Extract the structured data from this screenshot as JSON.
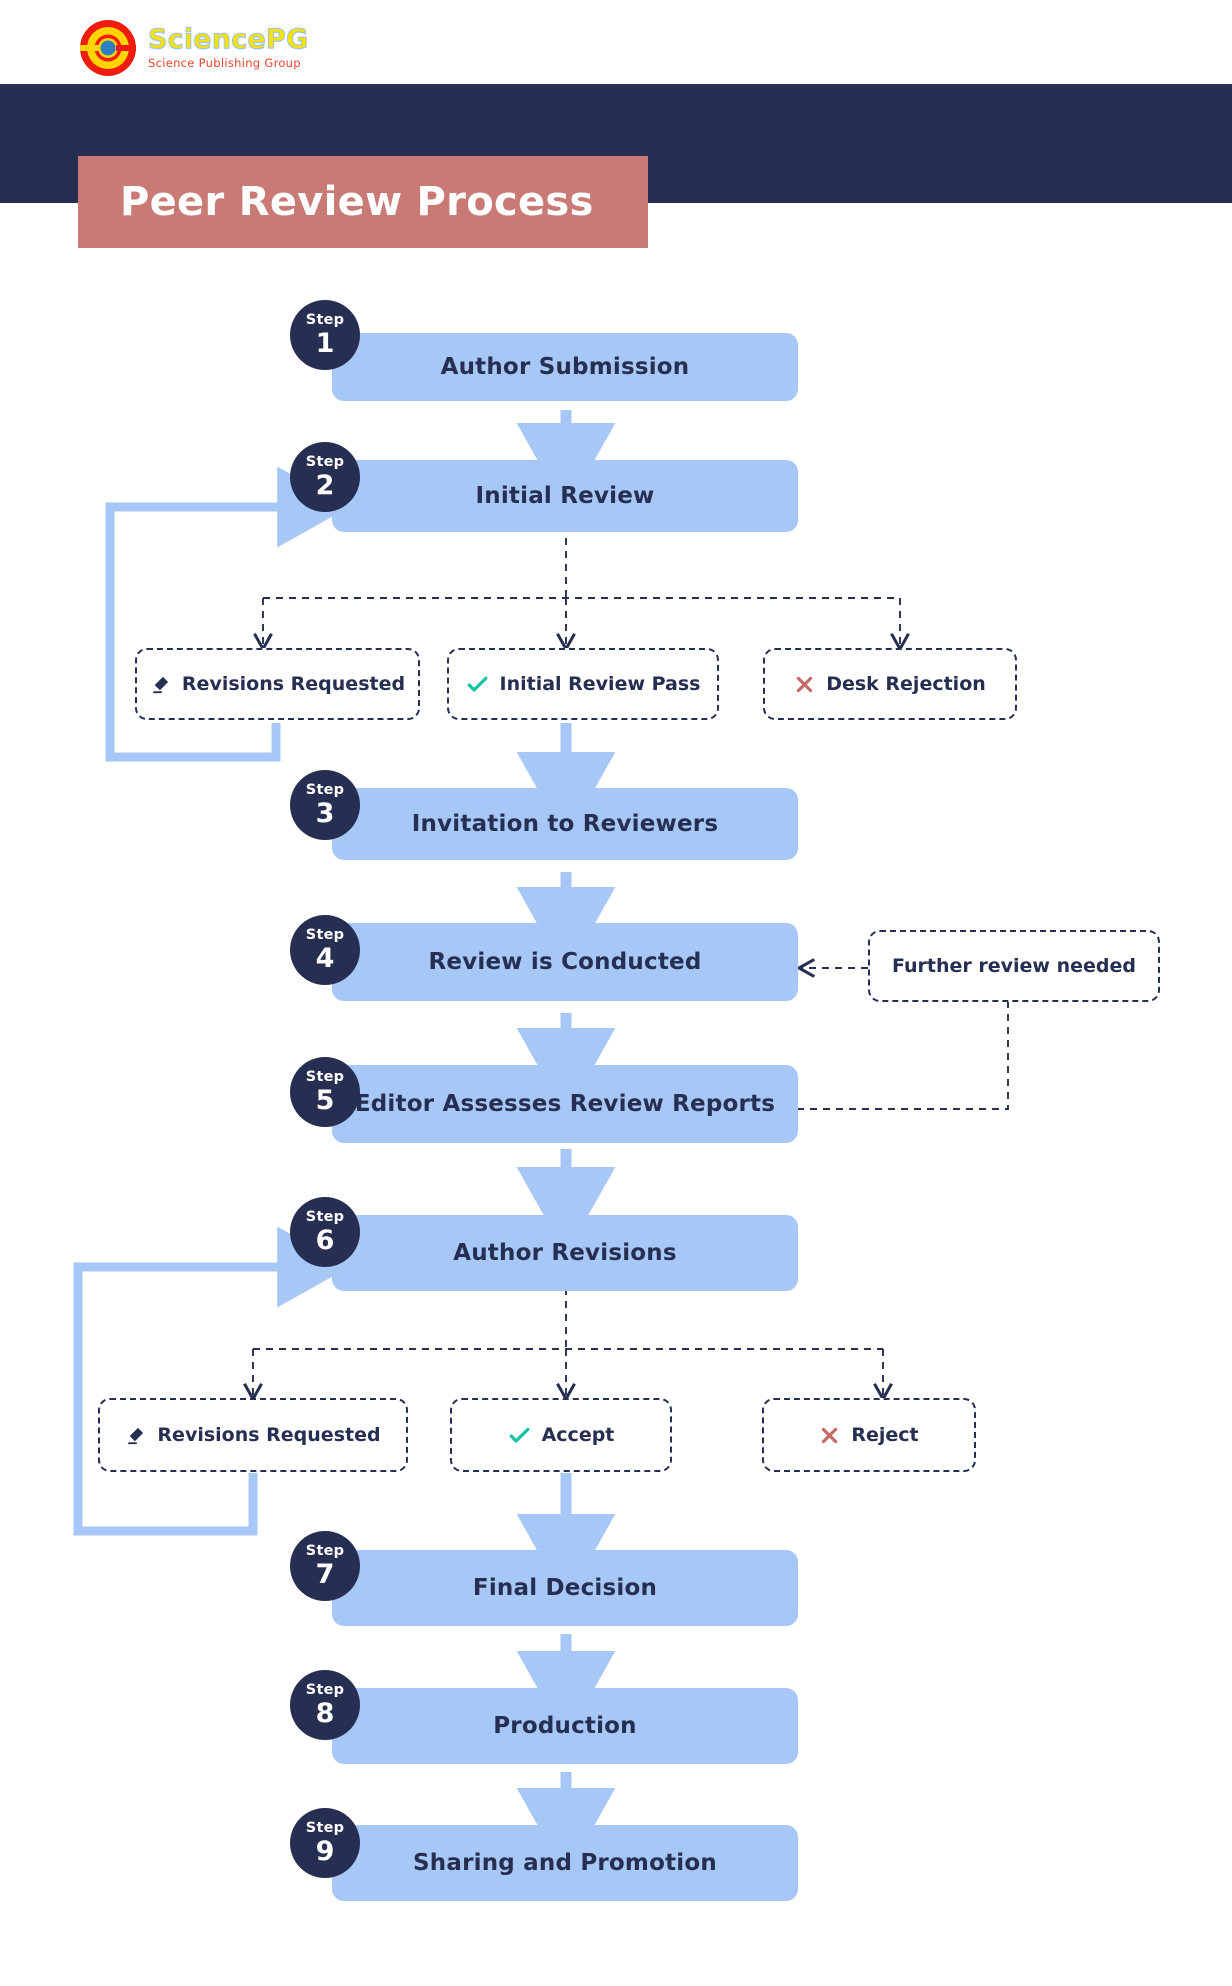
{
  "brand": {
    "name": "SciencePG",
    "tagline": "Science Publishing Group",
    "logo_icon": "sciencepg-circular-logo"
  },
  "header": {
    "title": "Peer Review Process",
    "band_color": "#c97a74",
    "bar_color": "#262f52"
  },
  "colors": {
    "process_box": "#a7c7f7",
    "badge": "#262f52",
    "text_dark": "#262f52",
    "arrow_blue": "#a7c7f7",
    "accent_teal": "#15c3a5",
    "accent_red": "#c46a67",
    "dashed_border": "#262f52"
  },
  "flow": {
    "step_label": "Step",
    "steps": [
      {
        "number": "1",
        "label": "Author Submission"
      },
      {
        "number": "2",
        "label": "Initial Review"
      },
      {
        "number": "3",
        "label": "Invitation to Reviewers"
      },
      {
        "number": "4",
        "label": "Review is Conducted"
      },
      {
        "number": "5",
        "label": "Editor Assesses Review Reports"
      },
      {
        "number": "6",
        "label": "Author Revisions"
      },
      {
        "number": "7",
        "label": "Final Decision"
      },
      {
        "number": "8",
        "label": "Production"
      },
      {
        "number": "9",
        "label": "Sharing and Promotion"
      }
    ],
    "decisions_initial_review": [
      {
        "label": "Revisions Requested",
        "icon": "pencil-icon"
      },
      {
        "label": "Initial Review Pass",
        "icon": "check-icon"
      },
      {
        "label": "Desk Rejection",
        "icon": "cross-icon"
      }
    ],
    "decisions_author_revisions": [
      {
        "label": "Revisions Requested",
        "icon": "pencil-icon"
      },
      {
        "label": "Accept",
        "icon": "check-icon"
      },
      {
        "label": "Reject",
        "icon": "cross-icon"
      }
    ],
    "notes": [
      {
        "label": "Further review needed"
      }
    ]
  }
}
